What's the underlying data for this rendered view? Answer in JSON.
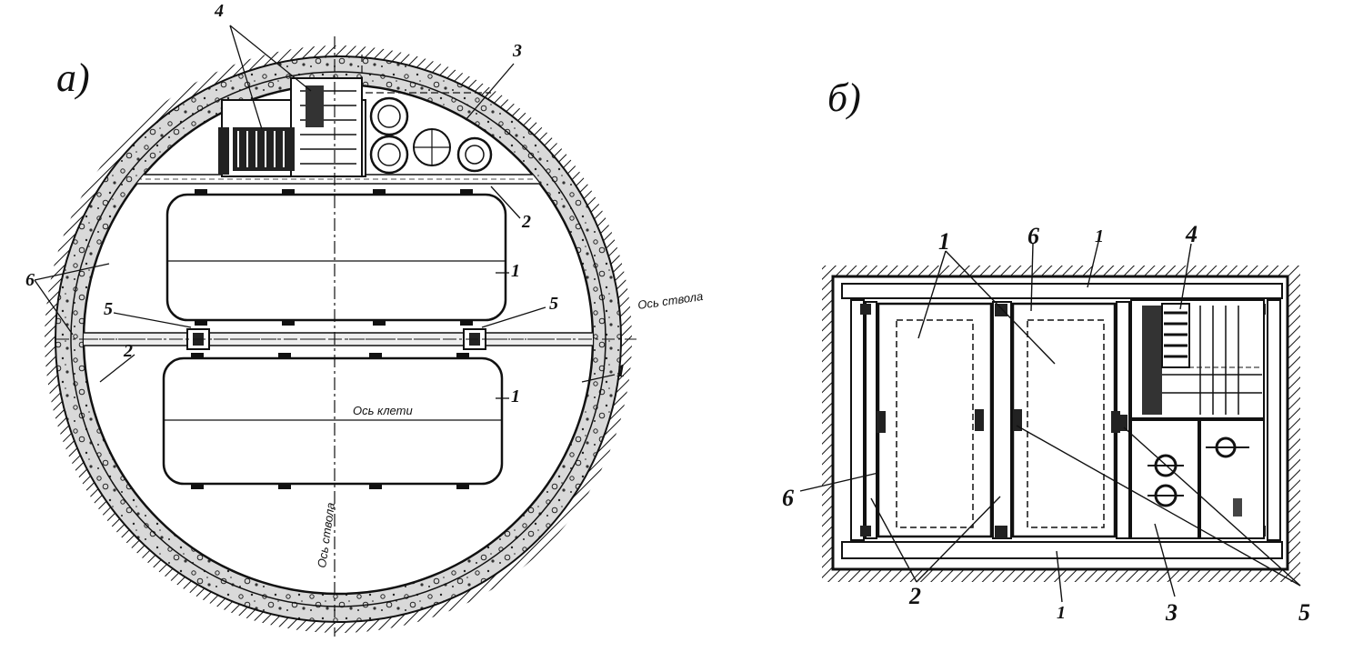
{
  "panels": {
    "a": {
      "label": "а)"
    },
    "b": {
      "label": "б)"
    }
  },
  "a_labels": {
    "n4": "4",
    "n3": "3",
    "n2_top": "2",
    "n1_cage_top": "1",
    "n6": "6",
    "n5_left": "5",
    "n5_right": "5",
    "n2_left": "2",
    "n1_cage_bottom": "1",
    "n1_lining": "1",
    "shaft_axis_right": "Ось ствола",
    "cage_axis": "Ось клети",
    "shaft_axis_vertical": "Ось ствола"
  },
  "b_labels": {
    "n1_cage": "1",
    "n6_top": "6",
    "n1_top": "1",
    "n4": "4",
    "n6_left": "6",
    "n2": "2",
    "n1_bottom": "1",
    "n3": "3",
    "n5": "5"
  },
  "colors": {
    "ink": "#111111",
    "paper": "#ffffff"
  }
}
